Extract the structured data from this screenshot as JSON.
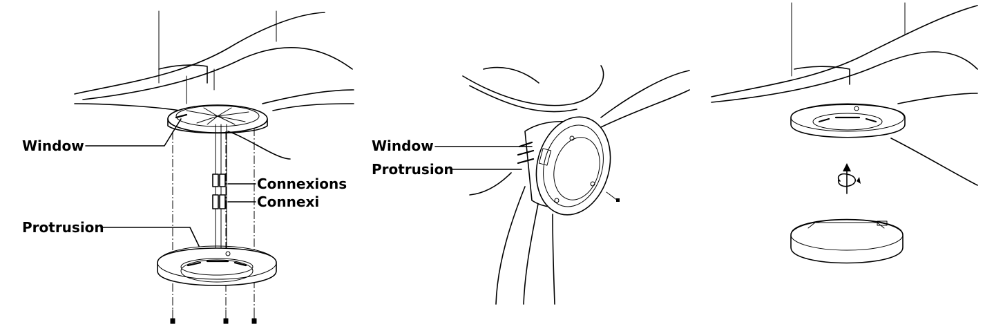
{
  "panels": [
    {
      "labels": {
        "window": "Window",
        "connexions": "Connexions",
        "connexi": "Connexi",
        "protrusion": "Protrusion"
      }
    },
    {
      "labels": {
        "window": "Window",
        "protrusion": "Protrusion"
      }
    },
    {
      "icons": [
        "rotate-arrow-icon"
      ]
    }
  ]
}
